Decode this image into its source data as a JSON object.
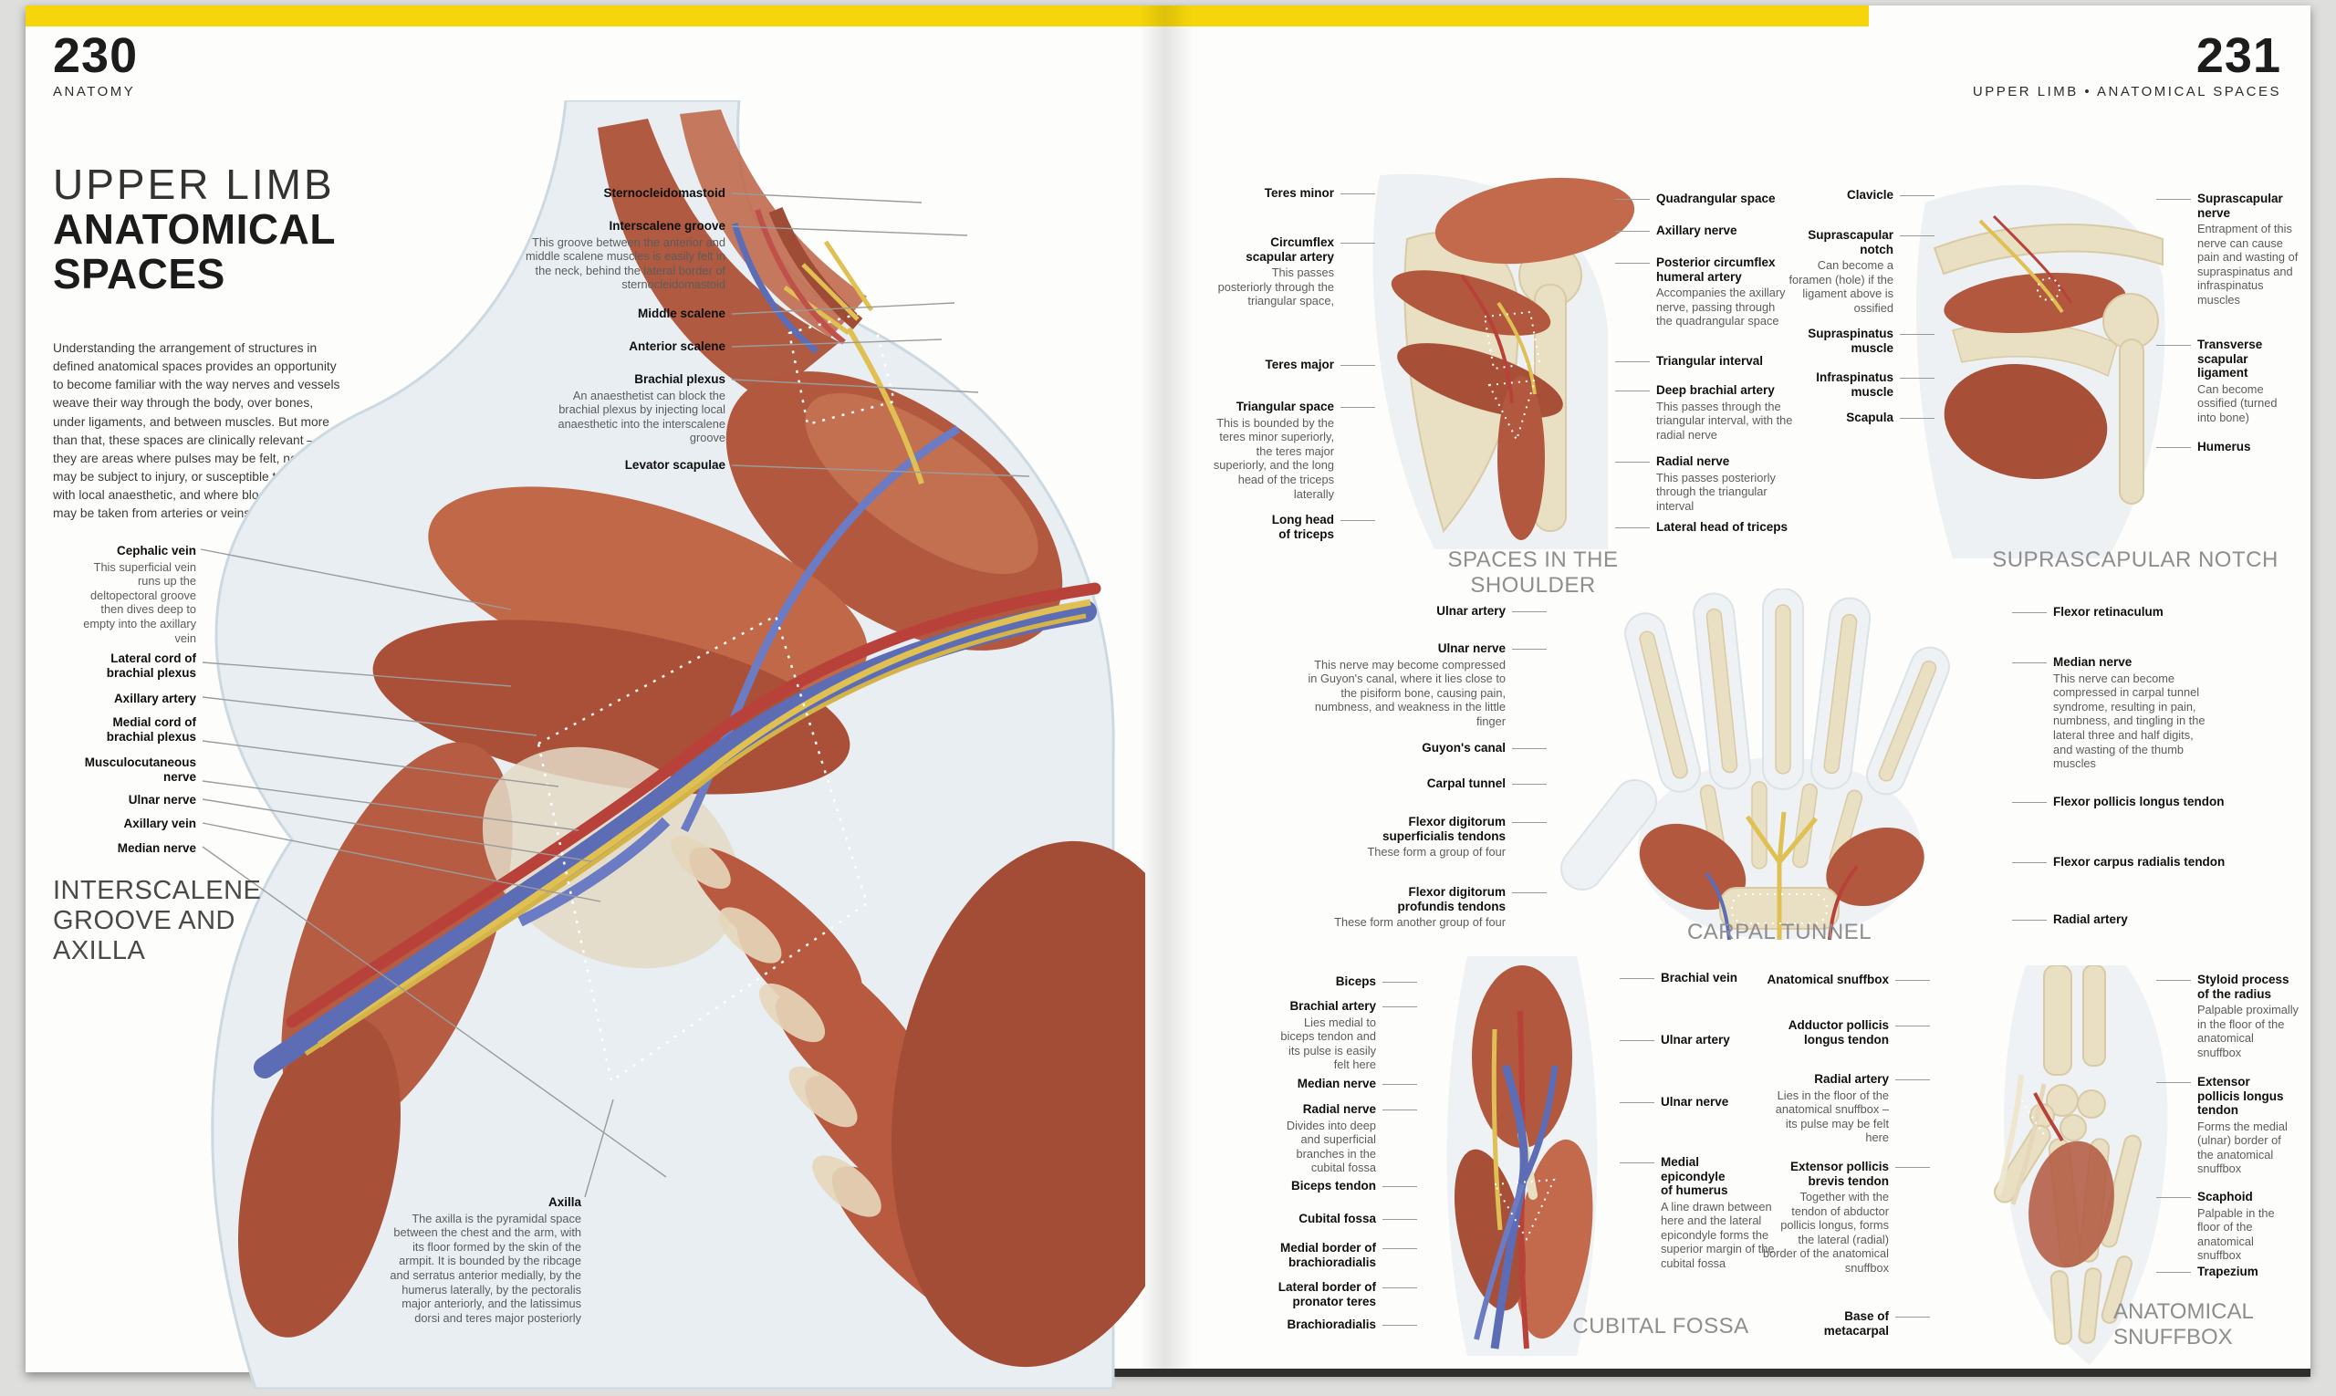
{
  "accent_yellow": "#F6D60B",
  "header_left": {
    "page_number": "230",
    "section": "ANATOMY"
  },
  "header_right": {
    "page_number": "231",
    "section": "UPPER LIMB • ANATOMICAL SPACES"
  },
  "left_page": {
    "title_line1": "UPPER LIMB",
    "title_line2": "ANATOMICAL",
    "title_line3": "SPACES",
    "intro": "Understanding the arrangement of structures in defined anatomical spaces provides an opportunity to become familiar with the way nerves and vessels weave their way through the body, over bones, under ligaments, and between muscles. But more than that, these spaces are clinically relevant – they are areas where pulses may be felt, nerves may be subject to injury, or susceptible to blocking with local anaesthetic, and where blood samples may be taken from arteries or veins.",
    "caption_lines": [
      "INTERSCALENE",
      "GROOVE AND",
      "AXILLA"
    ],
    "top_labels": [
      {
        "name": "Sternocleidomastoid",
        "desc": ""
      },
      {
        "name": "Interscalene groove",
        "desc": "This groove between the anterior and middle scalene muscles is easily felt in the neck, behind the lateral border of sternocleidomastoid"
      },
      {
        "name": "Middle scalene",
        "desc": ""
      },
      {
        "name": "Anterior scalene",
        "desc": ""
      },
      {
        "name": "Brachial plexus",
        "desc": "An anaesthetist can block the brachial plexus by injecting local anaesthetic into the interscalene groove"
      },
      {
        "name": "Levator scapulae",
        "desc": ""
      }
    ],
    "side_labels": [
      {
        "name": "Cephalic vein",
        "desc": "This superficial vein runs up the deltopectoral groove then dives deep to empty into the axillary vein"
      },
      {
        "name": "Lateral cord of\nbrachial plexus",
        "desc": ""
      },
      {
        "name": "Axillary artery",
        "desc": ""
      },
      {
        "name": "Medial cord of\nbrachial plexus",
        "desc": ""
      },
      {
        "name": "Musculocutaneous\nnerve",
        "desc": ""
      },
      {
        "name": "Ulnar nerve",
        "desc": ""
      },
      {
        "name": "Axillary vein",
        "desc": ""
      },
      {
        "name": "Median nerve",
        "desc": ""
      }
    ],
    "axilla": {
      "name": "Axilla",
      "desc": "The axilla is the pyramidal space between the chest and the arm, with its floor formed by the skin of the armpit. It is bounded by the ribcage and serratus anterior medially, by the humerus laterally, by the pectoralis major anteriorly, and the latissimus dorsi and teres major posteriorly"
    }
  },
  "right_page": {
    "figures": [
      {
        "caption": "SPACES IN THE SHOULDER",
        "left_labels": [
          {
            "name": "Teres minor",
            "desc": ""
          },
          {
            "name": "Circumflex\nscapular artery",
            "desc": "This passes posteriorly through the triangular space,"
          },
          {
            "name": "Teres major",
            "desc": ""
          },
          {
            "name": "Triangular space",
            "desc": "This is bounded by the teres minor superiorly, the teres major superiorly, and the long head of the triceps laterally"
          },
          {
            "name": "Long head\nof triceps",
            "desc": ""
          }
        ],
        "right_labels": [
          {
            "name": "Quadrangular space",
            "desc": ""
          },
          {
            "name": "Axillary nerve",
            "desc": ""
          },
          {
            "name": "Posterior circumflex\nhumeral artery",
            "desc": "Accompanies the axillary nerve, passing through the quadrangular space"
          },
          {
            "name": "Triangular interval",
            "desc": ""
          },
          {
            "name": "Deep brachial artery",
            "desc": "This passes through the triangular interval, with the radial nerve"
          },
          {
            "name": "Radial nerve",
            "desc": "This passes posteriorly through the triangular interval"
          },
          {
            "name": "Lateral head of triceps",
            "desc": ""
          }
        ]
      },
      {
        "caption": "SUPRASCAPULAR NOTCH",
        "left_labels": [
          {
            "name": "Clavicle",
            "desc": ""
          },
          {
            "name": "Suprascapular\nnotch",
            "desc": "Can become a foramen (hole) if the ligament above is ossified"
          },
          {
            "name": "Supraspinatus\nmuscle",
            "desc": ""
          },
          {
            "name": "Infraspinatus\nmuscle",
            "desc": ""
          },
          {
            "name": "Scapula",
            "desc": ""
          }
        ],
        "right_labels": [
          {
            "name": "Suprascapular\nnerve",
            "desc": "Entrapment of this nerve can cause pain and wasting of supraspinatus and infraspinatus muscles"
          },
          {
            "name": "Transverse\nscapular\nligament",
            "desc": "Can become ossified (turned into bone)"
          },
          {
            "name": "Humerus",
            "desc": ""
          }
        ]
      },
      {
        "caption": "CARPAL TUNNEL",
        "left_labels": [
          {
            "name": "Ulnar artery",
            "desc": ""
          },
          {
            "name": "Ulnar nerve",
            "desc": "This nerve may become compressed in Guyon's canal, where it lies close to the pisiform bone, causing pain, numbness, and weakness in the little finger"
          },
          {
            "name": "Guyon's canal",
            "desc": ""
          },
          {
            "name": "Carpal tunnel",
            "desc": ""
          },
          {
            "name": "Flexor digitorum\nsuperficialis tendons",
            "desc": "These form a group of four"
          },
          {
            "name": "Flexor digitorum\nprofundis tendons",
            "desc": "These form another group of four"
          }
        ],
        "right_labels": [
          {
            "name": "Flexor retinaculum",
            "desc": ""
          },
          {
            "name": "Median nerve",
            "desc": "This nerve can become compressed in carpal tunnel syndrome, resulting in pain, numbness, and tingling in the lateral three and half digits, and wasting of the thumb muscles"
          },
          {
            "name": "Flexor pollicis longus tendon",
            "desc": ""
          },
          {
            "name": "Flexor carpus radialis tendon",
            "desc": ""
          },
          {
            "name": "Radial artery",
            "desc": ""
          }
        ]
      },
      {
        "caption": "CUBITAL FOSSA",
        "left_labels": [
          {
            "name": "Biceps",
            "desc": ""
          },
          {
            "name": "Brachial artery",
            "desc": "Lies medial to biceps tendon and its pulse is easily felt here"
          },
          {
            "name": "Median nerve",
            "desc": ""
          },
          {
            "name": "Radial nerve",
            "desc": "Divides into deep and superficial branches in the cubital fossa"
          },
          {
            "name": "Biceps tendon",
            "desc": ""
          },
          {
            "name": "Cubital fossa",
            "desc": ""
          },
          {
            "name": "Medial border of\nbrachioradialis",
            "desc": ""
          },
          {
            "name": "Lateral border of\npronator teres",
            "desc": ""
          },
          {
            "name": "Brachioradialis",
            "desc": ""
          }
        ],
        "right_labels": [
          {
            "name": "Brachial vein",
            "desc": ""
          },
          {
            "name": "Ulnar artery",
            "desc": ""
          },
          {
            "name": "Ulnar nerve",
            "desc": ""
          },
          {
            "name": "Medial\nepicondyle\nof humerus",
            "desc": "A line drawn between here and the lateral epicondyle forms the superior margin of the cubital fossa"
          }
        ]
      },
      {
        "caption": "ANATOMICAL SNUFFBOX",
        "caption_lines": [
          "ANATOMICAL",
          "SNUFFBOX"
        ],
        "left_labels": [
          {
            "name": "Anatomical snuffbox",
            "desc": ""
          },
          {
            "name": "Adductor pollicis\nlongus tendon",
            "desc": ""
          },
          {
            "name": "Radial artery",
            "desc": "Lies in the floor of the anatomical snuffbox – its pulse may be felt here"
          },
          {
            "name": "Extensor pollicis\nbrevis tendon",
            "desc": "Together with the tendon of abductor pollicis longus, forms the lateral (radial) border of the anatomical snuffbox"
          },
          {
            "name": "Base of\nmetacarpal",
            "desc": ""
          }
        ],
        "right_labels": [
          {
            "name": "Styloid process\nof the radius",
            "desc": "Palpable proximally in the floor of the anatomical snuffbox"
          },
          {
            "name": "Extensor\npollicis longus\ntendon",
            "desc": "Forms the medial (ulnar) border of the anatomical snuffbox"
          },
          {
            "name": "Scaphoid",
            "desc": "Palpable in the floor of the anatomical snuffbox"
          },
          {
            "name": "Trapezium",
            "desc": ""
          }
        ]
      }
    ]
  }
}
